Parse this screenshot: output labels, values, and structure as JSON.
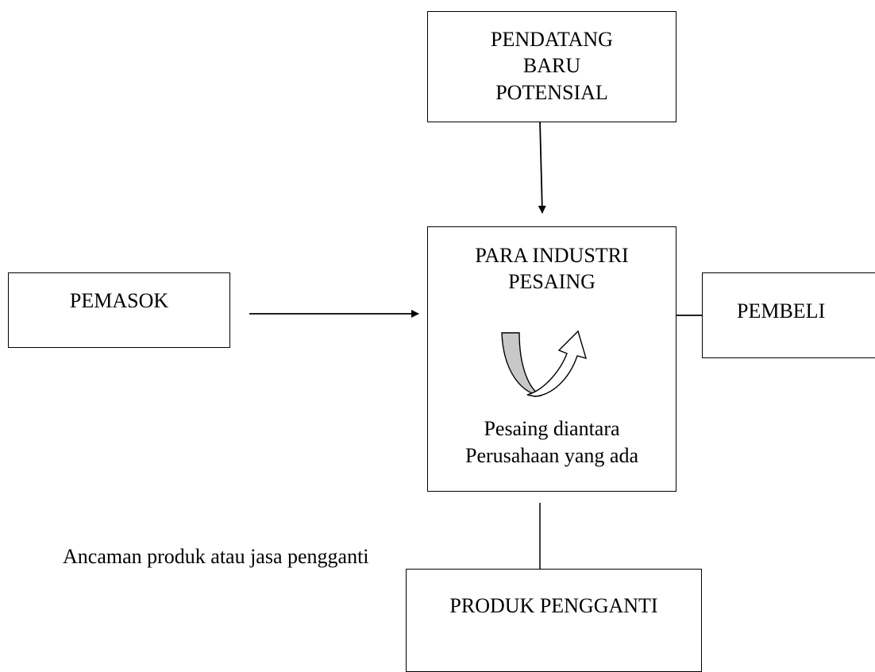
{
  "nodes": {
    "new_entrants": {
      "lines": [
        "PENDATANG",
        "BARU",
        "POTENSIAL"
      ]
    },
    "industry": {
      "lines": [
        "PARA INDUSTRI",
        "PESAING"
      ],
      "caption_lines": [
        "Pesaing diantara",
        "Perusahaan yang ada"
      ]
    },
    "suppliers": {
      "label": "PEMASOK"
    },
    "buyers": {
      "label": "PEMBELI"
    },
    "substitutes": {
      "label": "PRODUK PENGGANTI"
    }
  },
  "edges": {
    "substitute_threat_label": "Ancaman produk atau jasa pengganti"
  }
}
